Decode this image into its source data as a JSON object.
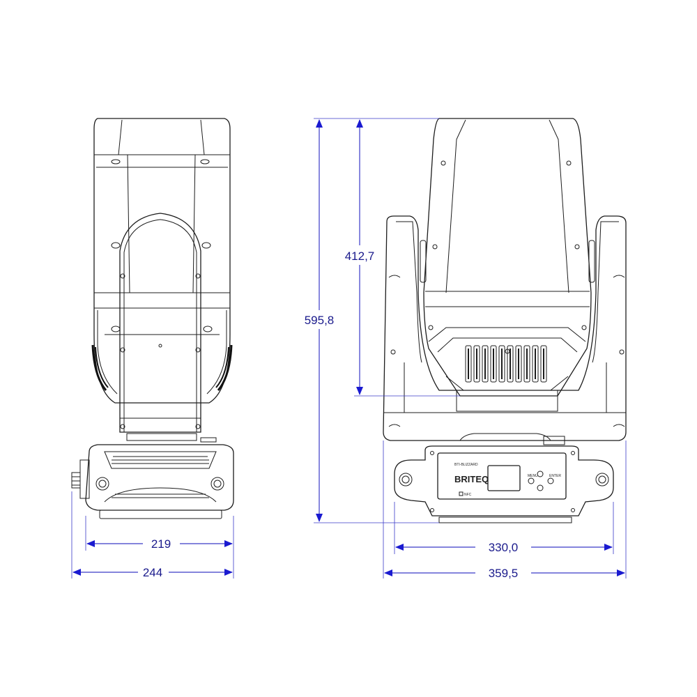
{
  "dimensions": {
    "side_inner_width": "219",
    "side_outer_width": "244",
    "front_inner_width": "330,0",
    "front_outer_width": "359,5",
    "total_height": "595,8",
    "head_height": "412,7"
  },
  "display_panel": {
    "brand": "BRITEQ",
    "model_label": "BTI-BLIZZARD",
    "button_labels": [
      "MENU",
      "ENTER"
    ],
    "nfc_label": "NFC"
  },
  "colors": {
    "dimension": "#3a3ac8",
    "dimension_text": "#1a1a8c",
    "outline": "#1c1c1c",
    "background": "#ffffff"
  }
}
